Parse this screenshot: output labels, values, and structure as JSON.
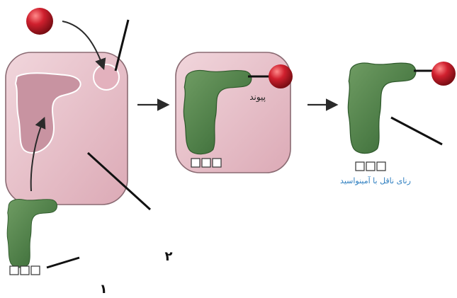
{
  "diagram": {
    "bond_label": "پیوند",
    "product_label": "رنای ناقل با آمینواسید",
    "number_1": "۱",
    "number_2": "۲",
    "colors": {
      "enzyme_fill": "#e7c1c9",
      "enzyme_stroke": "#8a6a72",
      "active_site": "#c7909e",
      "trna_green": "#4d7d48",
      "trna_dark": "#2f5a2c",
      "amino_red": "#c0202d",
      "arrow": "#2a2a2a",
      "label_blue": "#2f7fc0"
    },
    "anticodon_boxes": 3
  }
}
